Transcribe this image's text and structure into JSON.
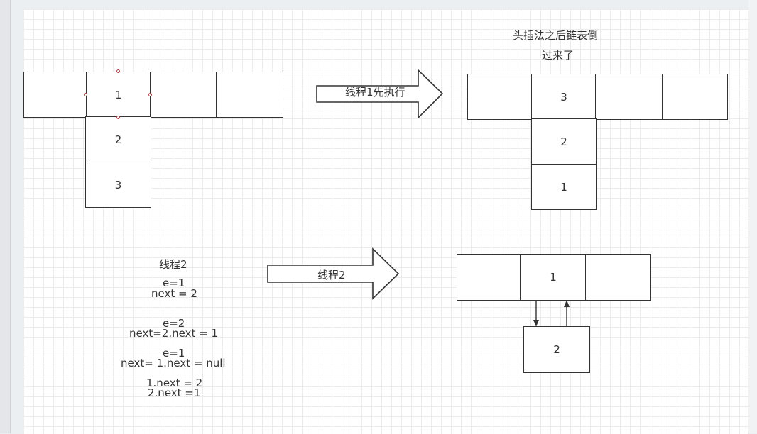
{
  "top_left": {
    "cells": [
      "",
      "1",
      "",
      "",
      "2",
      "3"
    ]
  },
  "arrow_thread1": {
    "label": "线程1先执行"
  },
  "top_right": {
    "caption_line1": "头插法之后链表倒",
    "caption_line2": "过来了",
    "cells": [
      "",
      "3",
      "",
      "",
      "2",
      "1"
    ]
  },
  "thread2_notes": {
    "title": "线程2",
    "lines": [
      "e=1",
      "next = 2",
      "e=2",
      "next=2.next = 1",
      "e=1",
      "next= 1.next = null",
      "1.next = 2",
      "2.next =1"
    ]
  },
  "arrow_thread2": {
    "label": "线程2"
  },
  "bottom_right": {
    "cells": [
      "",
      "1",
      "",
      "2"
    ]
  },
  "colors": {
    "stroke": "#333333",
    "grid": "#ececec",
    "selection_handle": "#b04040"
  }
}
